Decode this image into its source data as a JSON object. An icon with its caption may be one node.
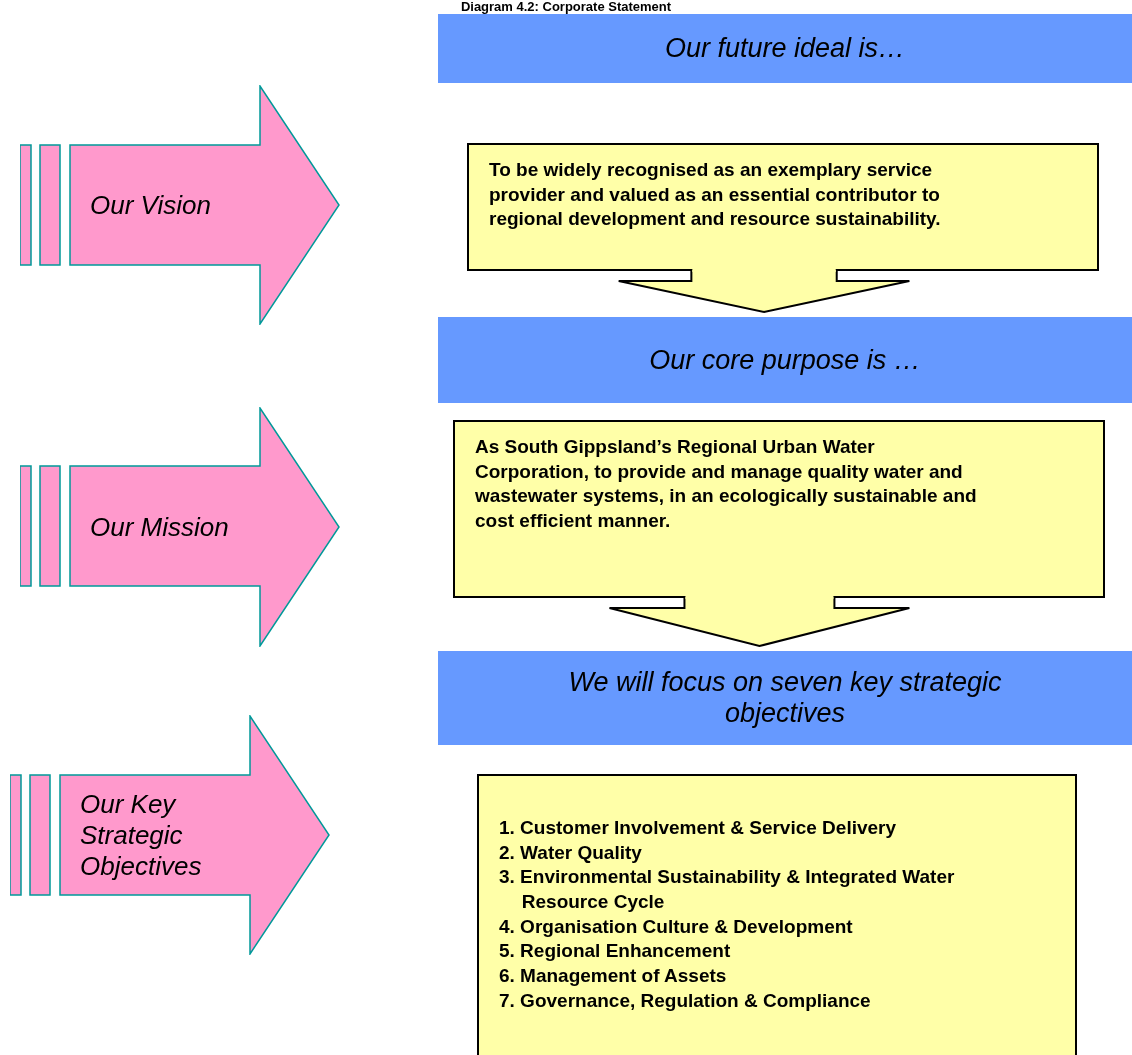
{
  "diagram": {
    "title": "Diagram 4.2: Corporate Statement",
    "nodes": [
      {
        "text": [
          "Our future ideal is…"
        ]
      },
      {
        "text": [
          "Our Vision"
        ]
      },
      {
        "text": [
          "To be widely recognised as an exemplary service provider and valued as an essential contributor to regional development and resource sustainability."
        ]
      },
      {
        "text": [
          "Our core purpose is …"
        ]
      },
      {
        "text": [
          "Our Mission"
        ]
      },
      {
        "text": [
          "As South Gippsland’s Regional Urban Water Corporation, to provide and manage quality water and wastewater systems, in an ecologically sustainable and cost efficient manner."
        ]
      },
      {
        "text": [
          "We will focus on seven key strategic objectives"
        ]
      },
      {
        "text": [
          "Our Key Strategic Objectives"
        ]
      },
      {
        "text": [
          "1. Customer Involvement & Service Delivery",
          "2. Water Quality",
          "3. Environmental Sustainability & Integrated Water Resource Cycle",
          "4. Organisation Culture & Development",
          "5. Regional Enhancement",
          "6. Management of Assets",
          "7. Governance, Regulation & Compliance"
        ]
      }
    ],
    "edges": [
      {
        "from": 2,
        "to": 3,
        "arrow": "to"
      },
      {
        "from": 5,
        "to": 6,
        "arrow": "to"
      }
    ]
  }
}
